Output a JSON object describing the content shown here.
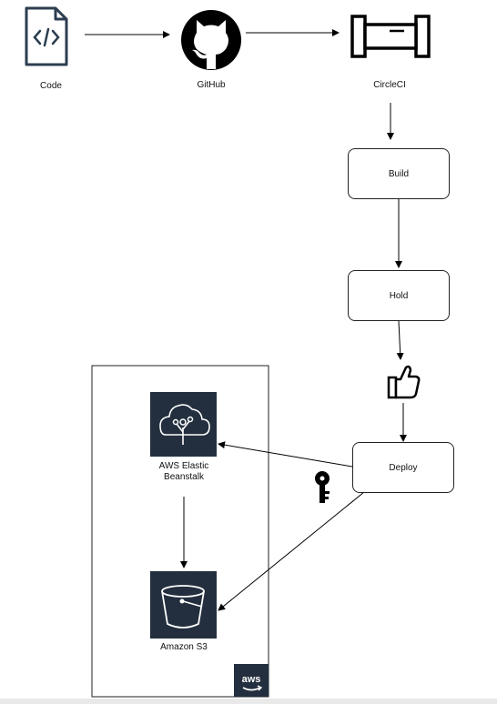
{
  "nodes": {
    "code": {
      "label": "Code",
      "icon": "code-file-icon"
    },
    "github": {
      "label": "GitHub",
      "icon": "github-icon"
    },
    "circleci": {
      "label": "CircleCI",
      "icon": "pipe-icon"
    },
    "build": {
      "label": "Build"
    },
    "hold": {
      "label": "Hold"
    },
    "approve": {
      "icon": "thumbs-up-icon"
    },
    "deploy": {
      "label": "Deploy"
    },
    "credentials": {
      "icon": "key-icon"
    },
    "beanstalk": {
      "label": "AWS Elastic Beanstalk",
      "icon": "elastic-beanstalk-icon"
    },
    "s3": {
      "label": "Amazon S3",
      "icon": "s3-bucket-icon"
    }
  },
  "aws_group": {
    "badge": "aws",
    "badge_icon": "aws-logo-icon"
  },
  "edges": [
    {
      "from": "code",
      "to": "github"
    },
    {
      "from": "github",
      "to": "circleci"
    },
    {
      "from": "circleci",
      "to": "build"
    },
    {
      "from": "build",
      "to": "hold"
    },
    {
      "from": "hold",
      "to": "approve"
    },
    {
      "from": "approve",
      "to": "deploy"
    },
    {
      "from": "deploy",
      "to": "beanstalk"
    },
    {
      "from": "deploy",
      "to": "s3"
    },
    {
      "from": "beanstalk",
      "to": "s3"
    }
  ],
  "colors": {
    "aws_tile": "#232f3e",
    "line": "#000000"
  }
}
